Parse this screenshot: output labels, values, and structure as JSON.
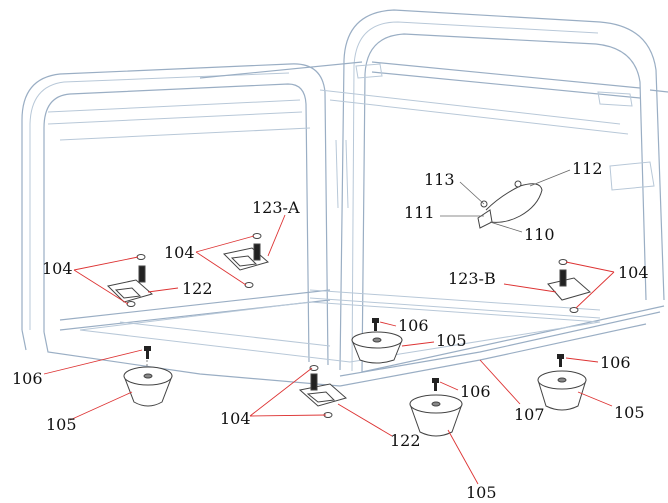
{
  "labels": {
    "l_123a": "123-A",
    "l_123b": "123-B",
    "l_113": "113",
    "l_111": "111",
    "l_112": "112",
    "l_110": "110",
    "l_104_a": "104",
    "l_104_b": "104",
    "l_104_c": "104",
    "l_104_d": "104",
    "l_122_a": "122",
    "l_122_b": "122",
    "l_106_a": "106",
    "l_106_b": "106",
    "l_106_c": "106",
    "l_106_d": "106",
    "l_105_a": "105",
    "l_105_b": "105",
    "l_105_c": "105",
    "l_105_d": "105",
    "l_107": "107"
  }
}
